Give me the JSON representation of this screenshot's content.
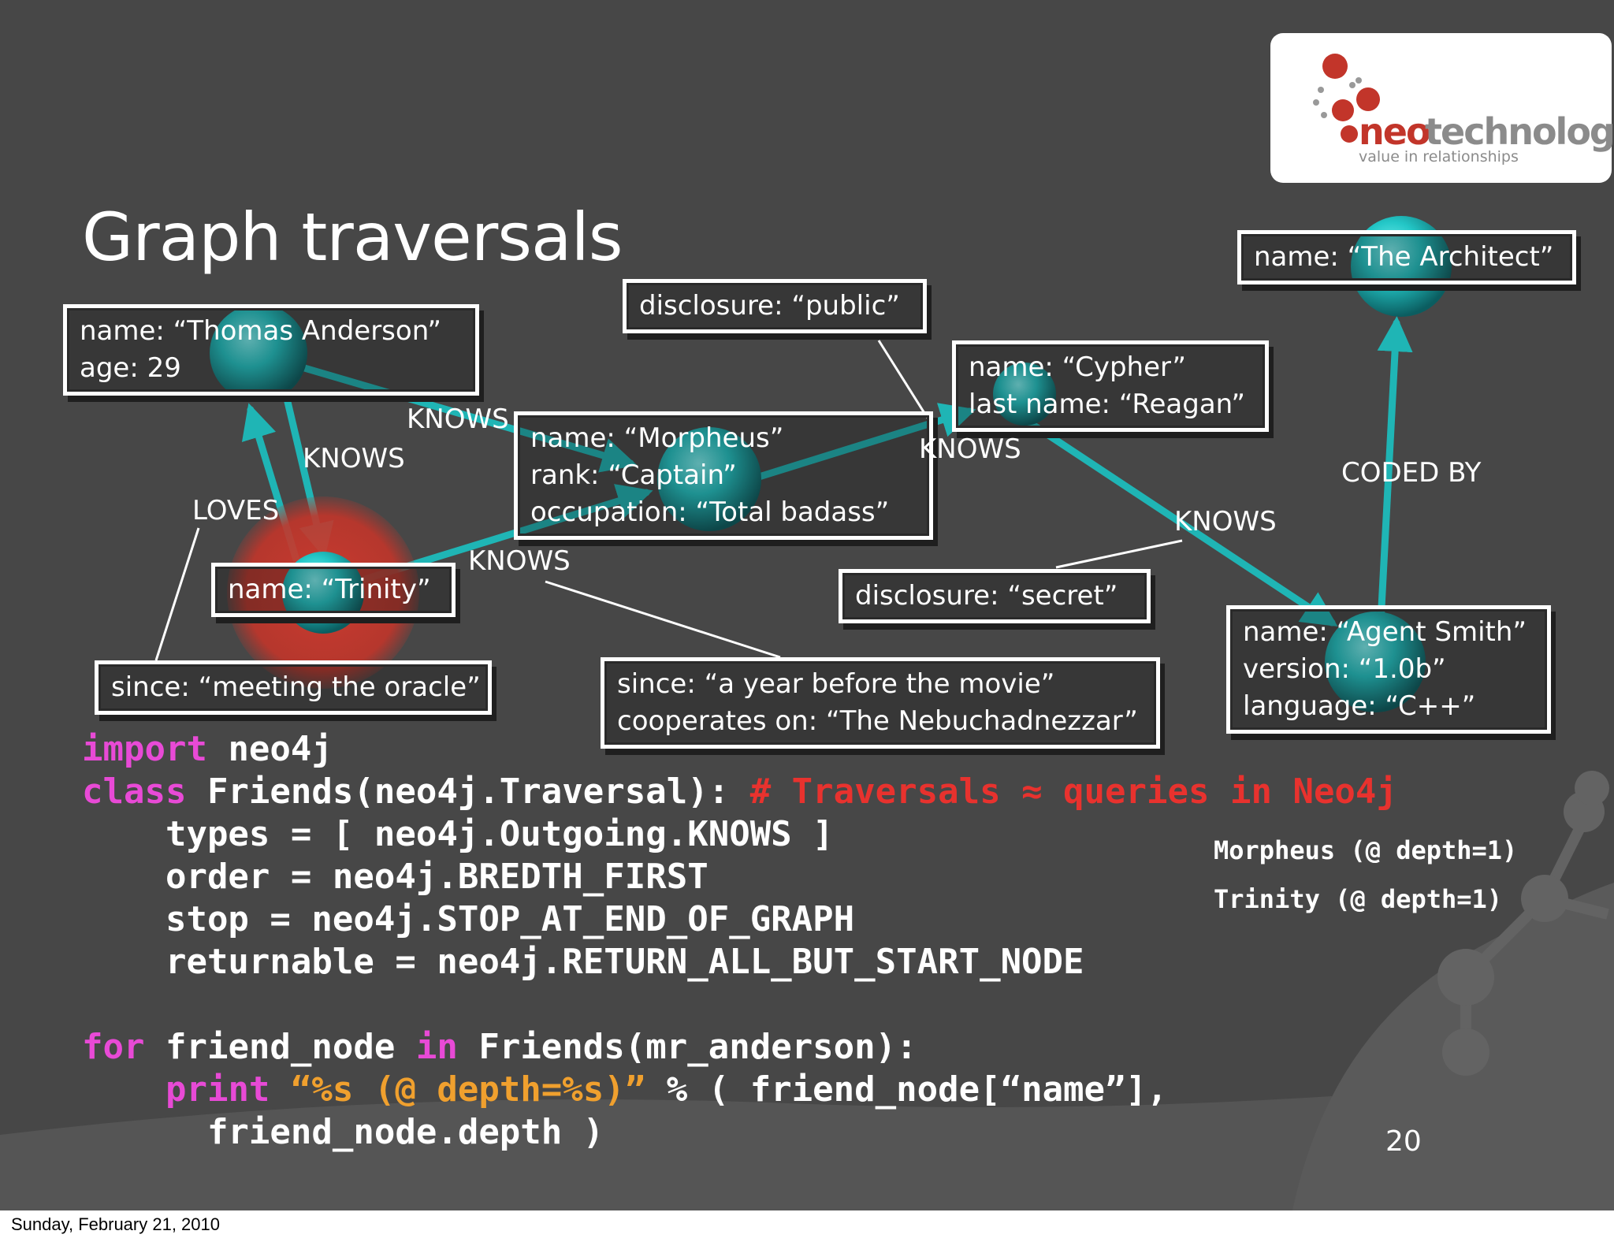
{
  "slide": {
    "title": "Graph traversals",
    "page_number": "20"
  },
  "logo": {
    "neo": "neo",
    "technology": "technology",
    "tagline": "value in relationships"
  },
  "colors": {
    "background": "#474747",
    "node": "#23c7c7",
    "highlight": "#c2352a",
    "keyword": "#e84ad6",
    "comment": "#e8322e",
    "string": "#f0a02e"
  },
  "nodes": {
    "thomas": [
      "name: “Thomas Anderson”",
      "age: 29"
    ],
    "morpheus": [
      "name: “Morpheus”",
      "rank: “Captain”",
      "occupation: “Total badass”"
    ],
    "trinity": [
      "name: “Trinity”"
    ],
    "cypher": [
      "name: “Cypher”",
      "last name: “Reagan”"
    ],
    "architect": [
      "name: “The Architect”"
    ],
    "smith": [
      "name: “Agent Smith”",
      "version: “1.0b”",
      "language: “C++”"
    ]
  },
  "properties": {
    "public": "disclosure: “public”",
    "secret": "disclosure: “secret”",
    "oracle": "since: “meeting the oracle”",
    "movie": [
      "since: “a year before the movie”",
      "cooperates on: “The Nebuchadnezzar”"
    ]
  },
  "relationships": {
    "knows": "KNOWS",
    "loves": "LOVES",
    "coded_by": "CODED BY"
  },
  "code": {
    "line1_kw": "import",
    "line1_rest": " neo4j",
    "line2_kw": "class",
    "line2_rest": " Friends(neo4j.Traversal): ",
    "line2_comment": "# Traversals ≈ queries in Neo4j",
    "line3": "    types = [ neo4j.Outgoing.KNOWS ]",
    "line4": "    order = neo4j.BREDTH_FIRST",
    "line5": "    stop = neo4j.STOP_AT_END_OF_GRAPH",
    "line6": "    returnable = neo4j.RETURN_ALL_BUT_START_NODE",
    "line8_kw1": "for",
    "line8_mid": " friend_node ",
    "line8_kw2": "in",
    "line8_rest": " Friends(mr_anderson):",
    "line9_indent": "    ",
    "line9_kw": "print",
    "line9_str": " “%s (@ depth=%s)”",
    "line9_rest": " % ( friend_node[“name”],",
    "line10": "      friend_node.depth )"
  },
  "output": [
    "Morpheus (@ depth=1)",
    "Trinity (@ depth=1)"
  ],
  "footer": "Sunday, February 21, 2010"
}
